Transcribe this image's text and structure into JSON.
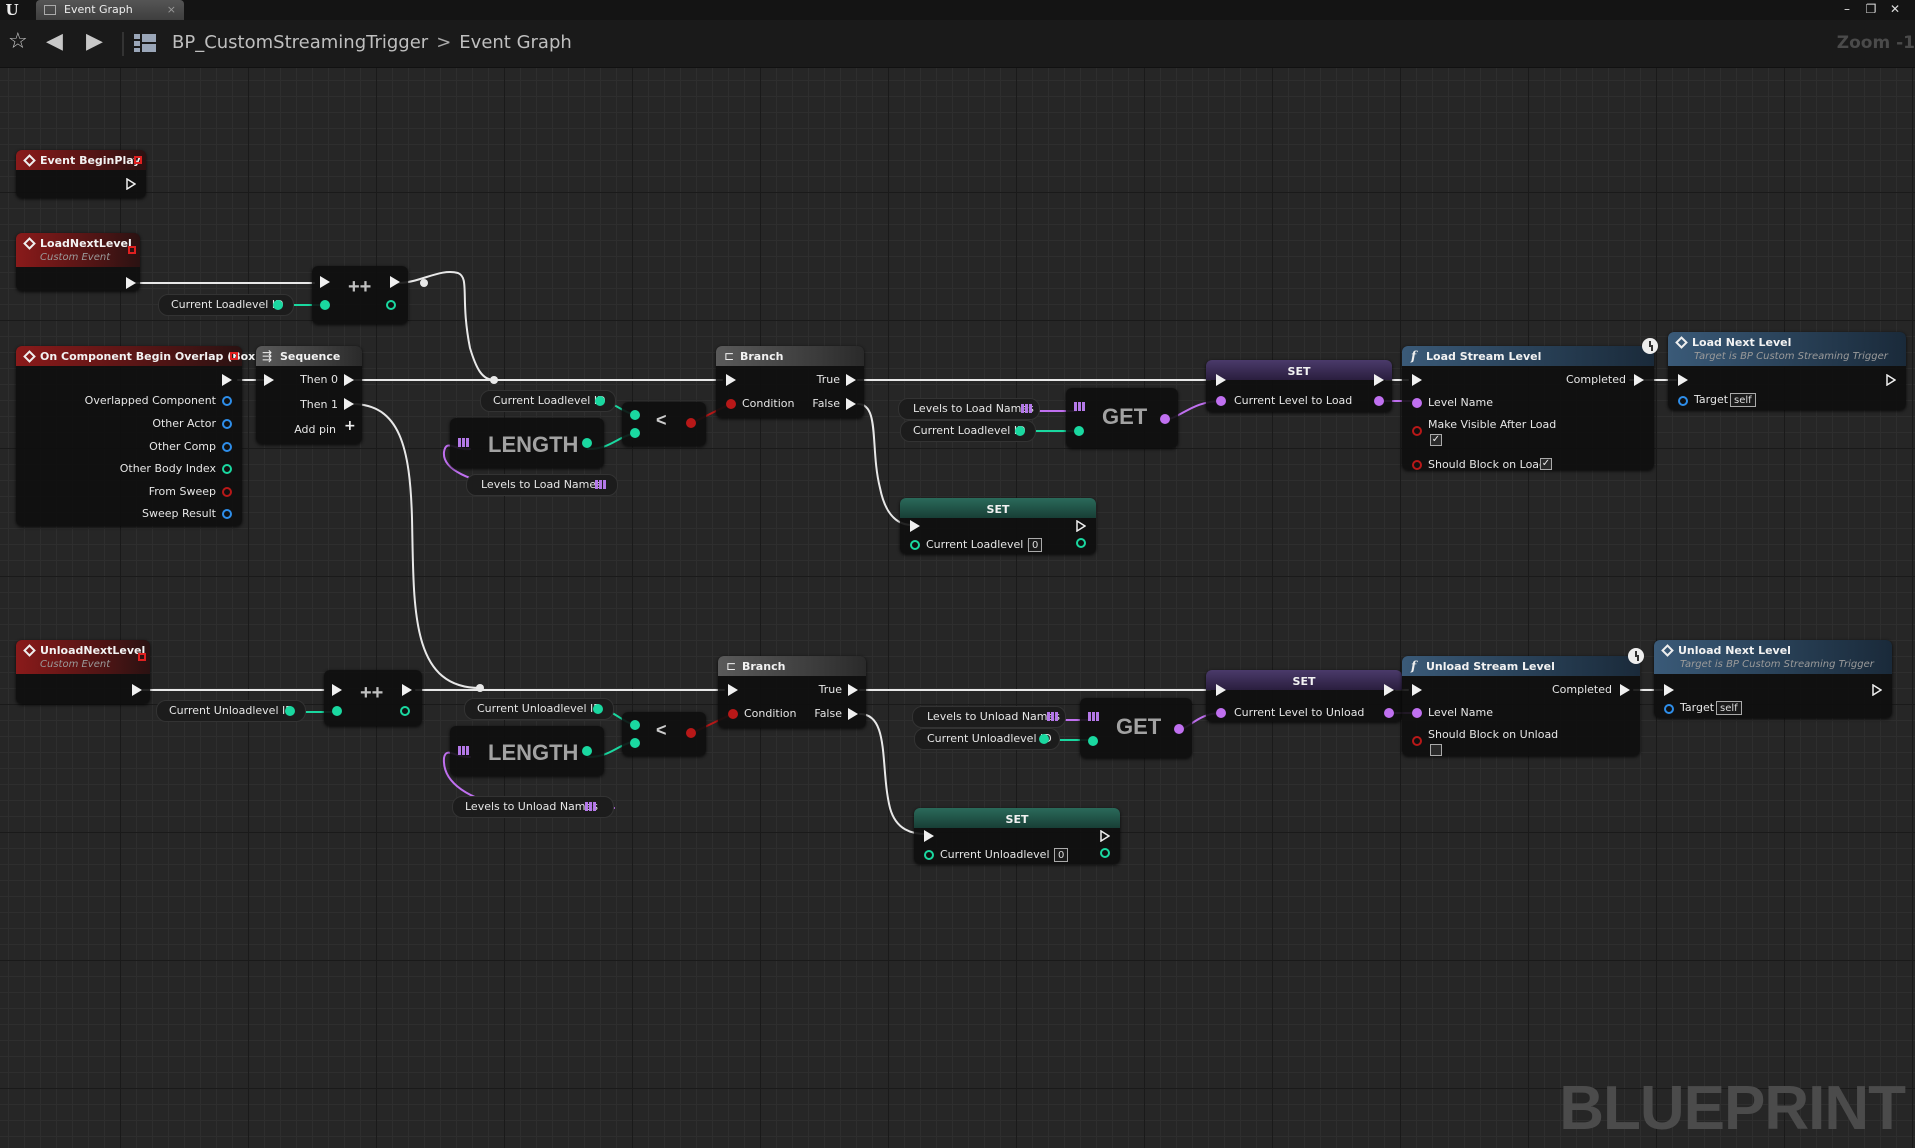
{
  "window": {
    "tab_label": "Event Graph",
    "tab_close": "×",
    "min": "–",
    "max": "❐",
    "close": "✕"
  },
  "toolbar": {
    "breadcrumb_blueprint": "BP_CustomStreamingTrigger",
    "breadcrumb_sep": ">",
    "breadcrumb_graph": "Event Graph",
    "zoom": "Zoom -1"
  },
  "watermark": "BLUEPRINT",
  "icons": [
    "star-icon",
    "back-arrow-icon",
    "forward-arrow-icon",
    "blueprint-icon",
    "event-diamond-icon",
    "function-icon",
    "clock-icon",
    "array-grid-icon",
    "exec-pin-icon"
  ],
  "colors": {
    "event_header": "#8a1a1a",
    "function_header": "#3a5a78",
    "set_header_purple": "#4a3a6a",
    "set_header_teal": "#2a6a5a",
    "int_pin": "#1ad8a0",
    "name_array_pin": "#c070f0",
    "object_pin": "#2e8eea",
    "bool_pin": "#b81818"
  },
  "nodes": {
    "begin_play": {
      "title": "Event BeginPlay"
    },
    "load_next_event": {
      "title": "LoadNextLevel",
      "subtitle": "Custom Event"
    },
    "unload_next_event": {
      "title": "UnloadNextLevel",
      "subtitle": "Custom Event"
    },
    "overlap": {
      "title": "On Component Begin Overlap (Box)",
      "pins": [
        "Overlapped Component",
        "Other Actor",
        "Other Comp",
        "Other Body Index",
        "From Sweep",
        "Sweep Result"
      ]
    },
    "sequence": {
      "title": "Sequence",
      "then0": "Then 0",
      "then1": "Then 1",
      "add_pin": "Add pin"
    },
    "incr_load": {
      "op": "++",
      "var": "Current Loadlevel ID"
    },
    "incr_unload": {
      "op": "++",
      "var": "Current Unloadlevel ID"
    },
    "load_logic": {
      "var_id": "Current Loadlevel ID",
      "length": "LENGTH",
      "array": "Levels to Load Names",
      "lt": "<"
    },
    "unload_logic": {
      "var_id": "Current Unloadlevel ID",
      "length": "LENGTH",
      "array": "Levels to Unload Names",
      "lt": "<"
    },
    "branch_load": {
      "title": "Branch",
      "condition": "Condition",
      "true": "True",
      "false": "False"
    },
    "branch_unload": {
      "title": "Branch",
      "condition": "Condition",
      "true": "True",
      "false": "False"
    },
    "get_load": {
      "op": "GET",
      "array": "Levels to Load Names",
      "index": "Current Loadlevel ID"
    },
    "get_unload": {
      "op": "GET",
      "array": "Levels to Unload Names",
      "index": "Current Unloadlevel ID"
    },
    "set_load_level": {
      "title": "SET",
      "pin": "Current Level to Load"
    },
    "set_unload_level": {
      "title": "SET",
      "pin": "Current Level to Unload"
    },
    "set_load_reset": {
      "title": "SET",
      "pin": "Current Loadlevel ID",
      "value": "0"
    },
    "set_unload_reset": {
      "title": "SET",
      "pin": "Current Unloadlevel ID",
      "value": "0"
    },
    "load_stream": {
      "title": "Load Stream Level",
      "completed": "Completed",
      "level_name": "Level Name",
      "make_visible": "Make Visible After Load",
      "make_visible_checked": true,
      "should_block": "Should Block on Load",
      "should_block_checked": true
    },
    "unload_stream": {
      "title": "Unload Stream Level",
      "completed": "Completed",
      "level_name": "Level Name",
      "should_block": "Should Block on Unload",
      "should_block_checked": false
    },
    "call_load_next": {
      "title": "Load Next Level",
      "subtitle": "Target is BP Custom Streaming Trigger",
      "target": "Target",
      "target_value": "self"
    },
    "call_unload_next": {
      "title": "Unload Next Level",
      "subtitle": "Target is BP Custom Streaming Trigger",
      "target": "Target",
      "target_value": "self"
    }
  }
}
